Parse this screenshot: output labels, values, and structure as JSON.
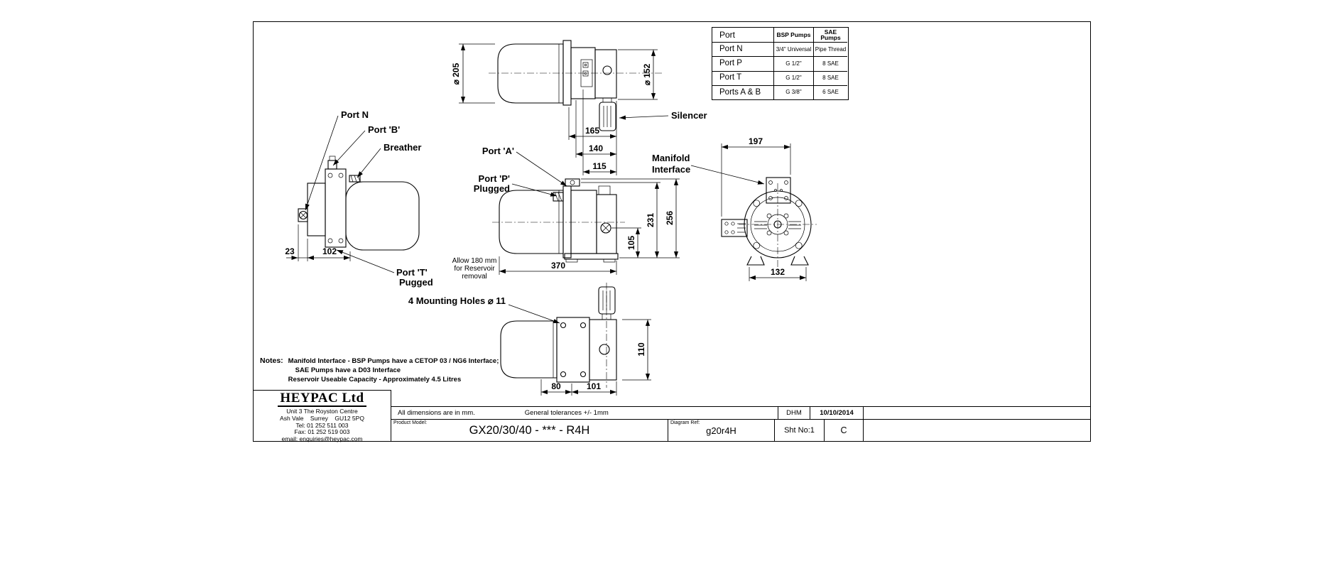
{
  "colors": {
    "ink": "#000000",
    "paper": "#ffffff"
  },
  "port_table": {
    "headers": [
      "Port",
      "BSP Pumps",
      "SAE Pumps"
    ],
    "rows": [
      {
        "port": "Port N",
        "bsp": "3/4\" Universal",
        "sae": "Pipe Thread"
      },
      {
        "port": "Port P",
        "bsp": "G 1/2\"",
        "sae": "8 SAE"
      },
      {
        "port": "Port T",
        "bsp": "G 1/2\"",
        "sae": "8 SAE"
      },
      {
        "port": "Ports A & B",
        "bsp": "G 3/8\"",
        "sae": "6 SAE"
      }
    ]
  },
  "labels": {
    "port_n": "Port N",
    "port_b": "Port 'B'",
    "breather": "Breather",
    "port_t_line1": "Port 'T'",
    "port_t_line2": "Pugged",
    "silencer": "Silencer",
    "port_a": "Port 'A'",
    "port_p_line1": "Port 'P'",
    "port_p_line2": "Plugged",
    "manifold_line1": "Manifold",
    "manifold_line2": "Interface",
    "allow_line1": "Allow 180 mm",
    "allow_line2": "for Reservoir",
    "allow_line3": "removal",
    "mounting_holes": "4 Mounting Holes ⌀ 11"
  },
  "dims": {
    "dia205": "⌀ 205",
    "dia152": "⌀ 152",
    "d165": "165",
    "d140": "140",
    "d115": "115",
    "d23": "23",
    "d102": "102",
    "d370": "370",
    "d231": "231",
    "d256": "256",
    "d105": "105",
    "d197": "197",
    "d132": "132",
    "d110": "110",
    "d80": "80",
    "d101": "101"
  },
  "notes": {
    "heading": "Notes:",
    "line1": "Manifold Interface - BSP Pumps have a CETOP 03 / NG6 Interface;",
    "line2": "SAE Pumps have a D03 Interface",
    "line3": "Reservoir Useable Capacity - Approximately 4.5 Litres"
  },
  "title_block": {
    "company": "HEYPAC Ltd",
    "address1": "Unit 3 The Royston Centre",
    "address2": "Ash Vale    Surrey    GU12 5PQ",
    "tel": "Tel: 01 252 511 003",
    "fax": "Fax: 01 252 519 003",
    "email": "email: enquiries@heypac.com",
    "dims_note": "All dimensions are in mm.",
    "tolerance_note": "General tolerances +/- 1mm",
    "author": "DHM",
    "date": "10/10/2014",
    "product_model_label": "Product Model:",
    "product_model": "GX20/30/40 - *** - R4H",
    "diagram_ref_label": "Diagram Ref:",
    "diagram_ref": "g20r4H",
    "sheet": "Sht No:1",
    "revision": "C"
  }
}
